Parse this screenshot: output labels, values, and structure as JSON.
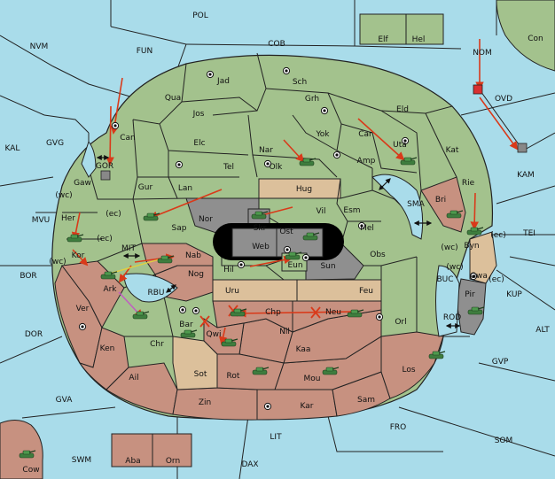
{
  "colors": {
    "sea": "#a9dcea",
    "green": "#a3c28d",
    "salmon": "#c79180",
    "tan": "#dcc09b",
    "gray": "#8f8f8f",
    "black": "#000000",
    "arrow": "#d93a1a",
    "unit": "#3e7d3e"
  },
  "sea_labels": {
    "POL": "POL",
    "NVM": "NVM",
    "FUN": "FUN",
    "COB": "COB",
    "NOM": "NOM",
    "Con": "Con",
    "KAL": "KAL",
    "GVG": "GVG",
    "MVU": "MVU",
    "BOR": "BOR",
    "DOR": "DOR",
    "GVA": "GVA",
    "SWM": "SWM",
    "LIT": "LIT",
    "DAX": "DAX",
    "FRO": "FRO",
    "SOM": "SOM",
    "GVP": "GVP",
    "ALT": "ALT",
    "KUP": "KUP",
    "TEI": "TEI",
    "KAM": "KAM",
    "OVD": "OVD",
    "SMA": "SMA",
    "MIT": "MIT",
    "RBU": "RBU",
    "BUC": "BUC",
    "ROD": "ROD",
    "GOR": "GOR"
  },
  "territory_labels": {
    "Jad": "Jad",
    "Sch": "Sch",
    "Qua": "Qua",
    "Jos": "Jos",
    "Grh": "Grh",
    "Eld": "Eld",
    "Can": "Can",
    "Yok": "Yok",
    "Car": "Car",
    "Elc": "Elc",
    "Nar": "Nar",
    "Uta": "Uta",
    "Kat": "Kat",
    "Tel": "Tel",
    "Olk": "Olk",
    "Amp": "Amp",
    "Gaw": "Gaw",
    "Gur": "Gur",
    "Lan": "Lan",
    "Hug": "Hug",
    "Rie": "Rie",
    "Bri": "Bri",
    "Vil": "Vil",
    "Esm": "Esm",
    "Her": "Her",
    "Sap": "Sap",
    "Nor": "Nor",
    "Skr": "Skr",
    "Ost": "Ost",
    "Web": "Web",
    "Mel": "Mel",
    "Byn": "Byn",
    "Kor": "Kor",
    "Nab": "Nab",
    "Eun": "Eun",
    "Sun": "Sun",
    "Obs": "Obs",
    "Hil": "Hil",
    "Gwa": "Gwa",
    "Nog": "Nog",
    "Uru": "Uru",
    "Feu": "Feu",
    "Ark": "Ark",
    "Pir": "Pir",
    "Ver": "Ver",
    "Bar": "Bar",
    "Chp": "Chp",
    "Neu": "Neu",
    "Orl": "Orl",
    "Qwi": "Qwi",
    "Nil": "Nil",
    "Chr": "Chr",
    "Ken": "Ken",
    "Kaa": "Kaa",
    "Los": "Los",
    "Sot": "Sot",
    "Rot": "Rot",
    "Mou": "Mou",
    "Ail": "Ail",
    "Zin": "Zin",
    "Kar": "Kar",
    "Sam": "Sam",
    "Elf": "Elf",
    "Hel": "Hel",
    "Aba": "Aba",
    "Orn": "Orn",
    "Cow": "Cow"
  },
  "coast_labels": {
    "wc": "(wc)",
    "ec": "(ec)"
  }
}
